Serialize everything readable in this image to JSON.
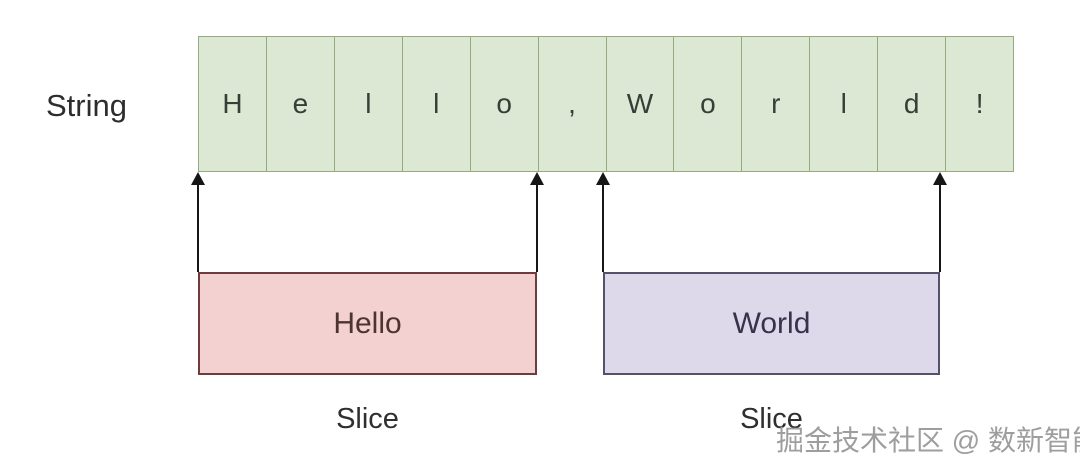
{
  "diagram": {
    "string_label": "String",
    "row": {
      "cells": [
        "H",
        "e",
        "l",
        "l",
        "o",
        ",",
        "W",
        "o",
        "r",
        "l",
        "d",
        "!"
      ]
    },
    "slices": [
      {
        "label": "Hello",
        "caption": "Slice"
      },
      {
        "label": "World",
        "caption": "Slice"
      }
    ],
    "watermark": "掘金技术社区 @ 数新智能",
    "colors": {
      "cell_fill": "#dce8d3",
      "cell_border": "#94ab7d",
      "hello_fill": "#f3d1d1",
      "hello_border": "#6e3c3c",
      "world_fill": "#ded9ea",
      "world_border": "#56516a",
      "arrow": "#161616",
      "watermark_text": "#9e9e9e"
    }
  }
}
